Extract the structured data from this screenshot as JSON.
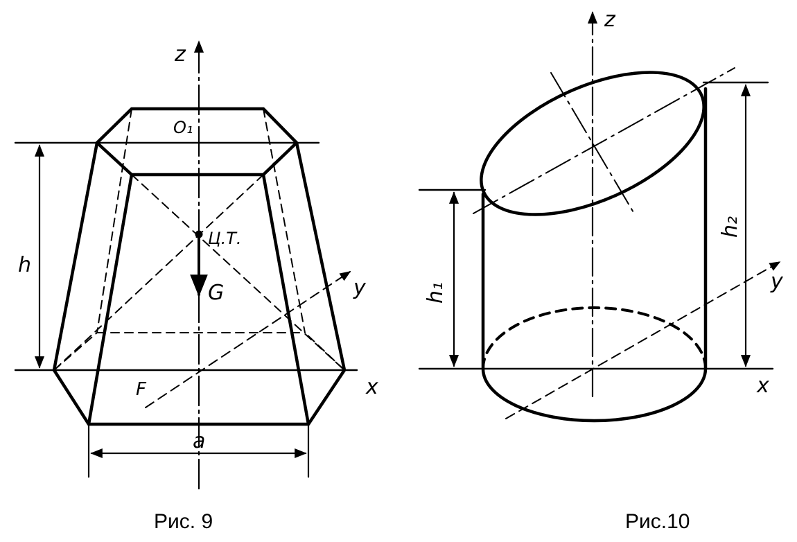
{
  "figure_left": {
    "caption": "Рис. 9",
    "labels": {
      "z": "z",
      "o1": "O₁",
      "h": "h",
      "ct": "Ц.Т.",
      "g": "G",
      "y": "y",
      "x": "x",
      "f": "F",
      "a": "a"
    }
  },
  "figure_right": {
    "caption": "Рис.10",
    "labels": {
      "z": "z",
      "h1": "h₁",
      "h2": "h₂",
      "y": "y",
      "x": "x"
    }
  },
  "colors": {
    "ink": "#000000",
    "paper": "#ffffff"
  }
}
